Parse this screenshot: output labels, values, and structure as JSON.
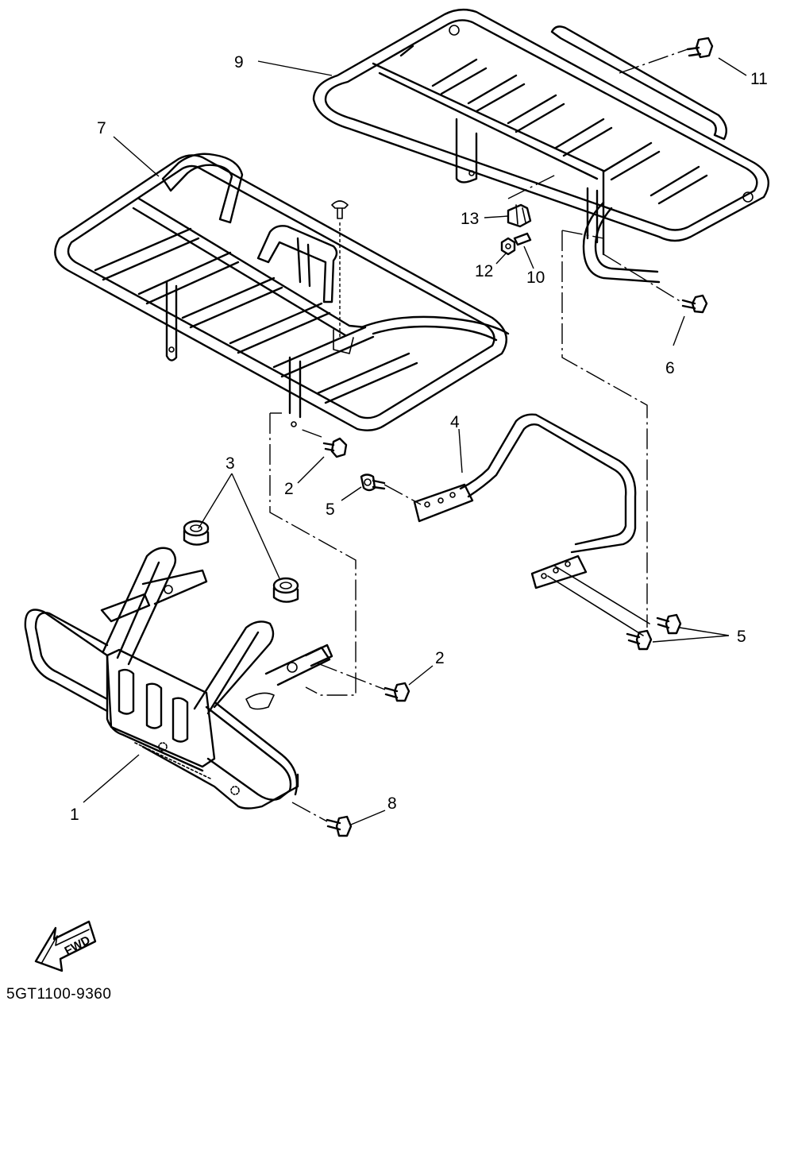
{
  "diagram": {
    "catalog_code": "5GT1100-9360",
    "fwd_label": "FWD",
    "callouts": {
      "c1": "1",
      "c2a": "2",
      "c2b": "2",
      "c3": "3",
      "c4": "4",
      "c5a": "5",
      "c5b": "5",
      "c6": "6",
      "c7": "7",
      "c8": "8",
      "c9": "9",
      "c10": "10",
      "c11": "11",
      "c12": "12",
      "c13": "13"
    }
  }
}
